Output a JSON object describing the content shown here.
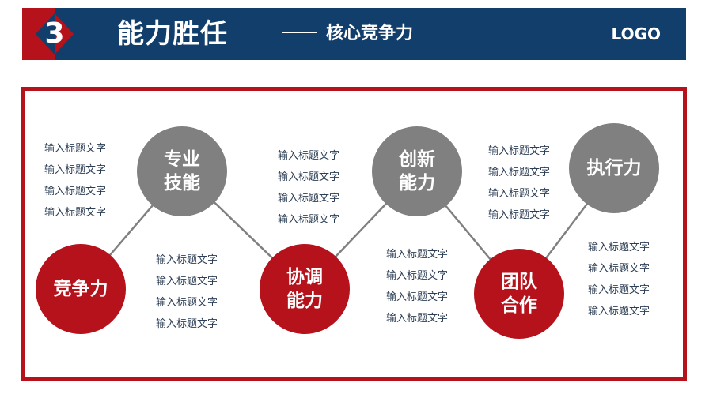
{
  "header": {
    "section_number": "3",
    "title": "能力胜任",
    "subtitle": "核心竞争力",
    "logo": "LOGO"
  },
  "colors": {
    "navy": "#123e6b",
    "red": "#b5121b",
    "gray": "#808080",
    "text": "#2c3e55"
  },
  "diagram": {
    "nodes": [
      {
        "id": "jingzhengli",
        "lines": [
          "竞争力"
        ],
        "color": "red"
      },
      {
        "id": "zhuanye",
        "lines": [
          "专业",
          "技能"
        ],
        "color": "gray"
      },
      {
        "id": "xietiao",
        "lines": [
          "协调",
          "能力"
        ],
        "color": "red"
      },
      {
        "id": "chuangxin",
        "lines": [
          "创新",
          "能力"
        ],
        "color": "gray"
      },
      {
        "id": "tuandui",
        "lines": [
          "团队",
          "合作"
        ],
        "color": "red"
      },
      {
        "id": "zhixing",
        "lines": [
          "执行力"
        ],
        "color": "gray"
      }
    ],
    "text_groups": [
      [
        "输入标题文字",
        "输入标题文字",
        "输入标题文字",
        "输入标题文字"
      ],
      [
        "输入标题文字",
        "输入标题文字",
        "输入标题文字",
        "输入标题文字"
      ],
      [
        "输入标题文字",
        "输入标题文字",
        "输入标题文字",
        "输入标题文字"
      ],
      [
        "输入标题文字",
        "输入标题文字",
        "输入标题文字",
        "输入标题文字"
      ],
      [
        "输入标题文字",
        "输入标题文字",
        "输入标题文字",
        "输入标题文字"
      ],
      [
        "输入标题文字",
        "输入标题文字",
        "输入标题文字",
        "输入标题文字"
      ]
    ]
  }
}
